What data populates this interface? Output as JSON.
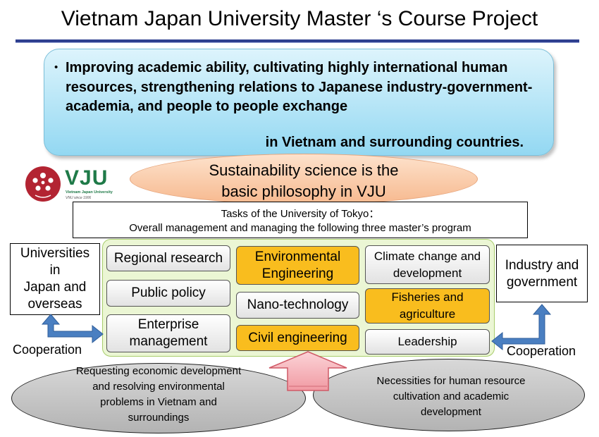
{
  "title": "Vietnam Japan University Master ‘s Course Project",
  "goal": {
    "bullet": "•",
    "text": "Improving academic ability, cultivating highly international human resources,  strengthening relations to Japanese industry-government-academia, and people to people exchange",
    "region": "in Vietnam and surrounding countries."
  },
  "philosophy": {
    "line1": "Sustainability science is the",
    "line2": "basic philosophy in VJU"
  },
  "logo": {
    "abbr": "VJU",
    "name": "Vietnam Japan University",
    "since": "VNU since 1906"
  },
  "tasks": {
    "line1": "Tasks of the University of Tokyo：",
    "line2": "Overall management and managing the following three master’s program"
  },
  "left_partner": {
    "lines": [
      "Universities",
      "in",
      "Japan and",
      "overseas"
    ]
  },
  "right_partner": {
    "lines": [
      "Industry and",
      "government"
    ]
  },
  "programs": {
    "regional_research": "Regional research",
    "environmental_l1": "Environmental",
    "environmental_l2": "Engineering",
    "climate_l1": "Climate change and",
    "climate_l2": "development",
    "public_policy": "Public policy",
    "nano": "Nano-technology",
    "fisheries_l1": "Fisheries and",
    "fisheries_l2": "agriculture",
    "enterprise_l1": "Enterprise",
    "enterprise_l2": "management",
    "civil": "Civil engineering",
    "leadership": "Leadership"
  },
  "cooperation_left": "Cooperation",
  "cooperation_right": "Cooperation",
  "needs_left": {
    "lines": [
      "Requesting economic development",
      "and resolving environmental",
      "problems in Vietnam and",
      "surroundings"
    ]
  },
  "needs_right": {
    "lines": [
      "Necessities for human resource",
      "cultivation and academic",
      "development"
    ]
  },
  "colors": {
    "title_rule": "#2e3f8f",
    "goal_box": "#93d8f2",
    "philosophy": "#f7b98f",
    "green_panel": "#ebf6d4",
    "orange_cell": "#f9bd1e",
    "arrow_blue": "#4a7fc1",
    "arrow_pink": "#f6b6bd",
    "vju_green": "#1f7a48",
    "vju_red": "#b32432"
  }
}
